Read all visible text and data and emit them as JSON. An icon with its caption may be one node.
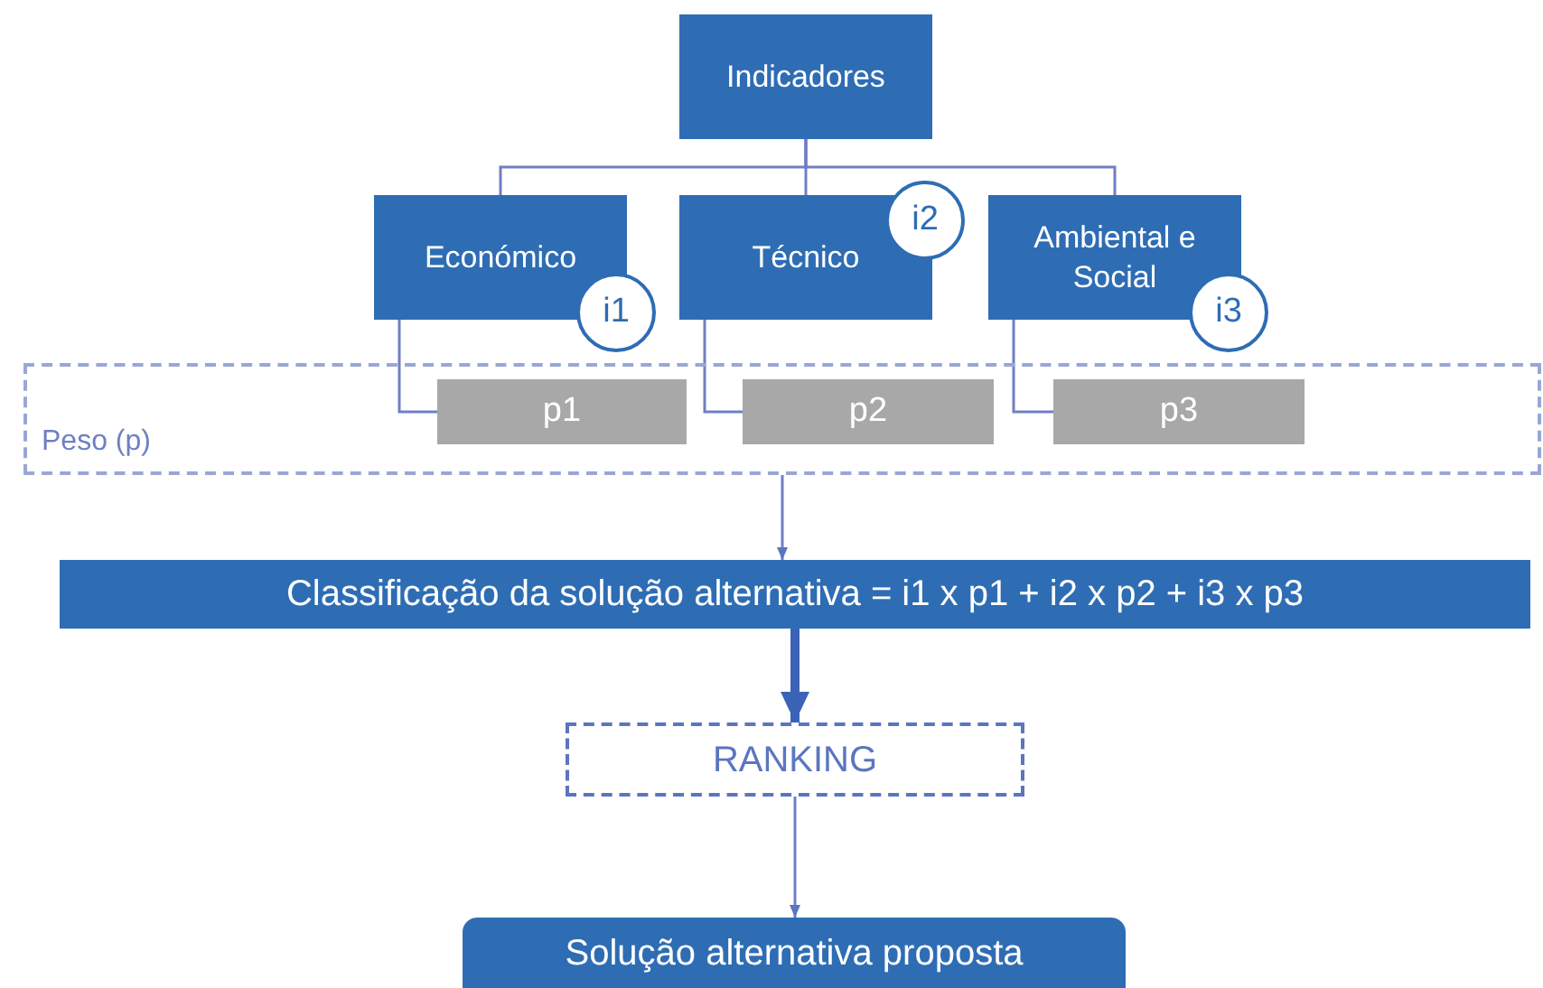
{
  "diagram": {
    "nodes": [
      {
        "text": [
          "Indicadores"
        ]
      },
      {
        "text": [
          "Económico"
        ]
      },
      {
        "text": [
          "Técnico"
        ]
      },
      {
        "text": [
          "Ambiental e Social"
        ]
      },
      {
        "text": [
          "i1"
        ]
      },
      {
        "text": [
          "i2"
        ]
      },
      {
        "text": [
          "i3"
        ]
      },
      {
        "text": [
          "Peso (p)"
        ]
      },
      {
        "text": [
          "p1"
        ],
        "in": 7
      },
      {
        "text": [
          "p2"
        ],
        "in": 7
      },
      {
        "text": [
          "p3"
        ],
        "in": 7
      },
      {
        "text": [
          "Classificação da solução alternativa = i1 x p1 + i2 x p2 + i3 x p3"
        ]
      },
      {
        "text": [
          "RANKING"
        ]
      },
      {
        "text": [
          "Solução alternativa proposta"
        ]
      }
    ],
    "edges": [
      {
        "from": 0,
        "to": 1,
        "arrow": "none"
      },
      {
        "from": 0,
        "to": 2,
        "arrow": "none"
      },
      {
        "from": 0,
        "to": 3,
        "arrow": "none"
      },
      {
        "from": 1,
        "to": 8,
        "arrow": "none"
      },
      {
        "from": 2,
        "to": 9,
        "arrow": "none"
      },
      {
        "from": 3,
        "to": 10,
        "arrow": "none"
      },
      {
        "from": 7,
        "to": 11,
        "arrow": "to"
      },
      {
        "from": 11,
        "to": 12,
        "arrow": "to",
        "style": "thick"
      },
      {
        "from": 12,
        "to": 13,
        "arrow": "to"
      }
    ]
  }
}
